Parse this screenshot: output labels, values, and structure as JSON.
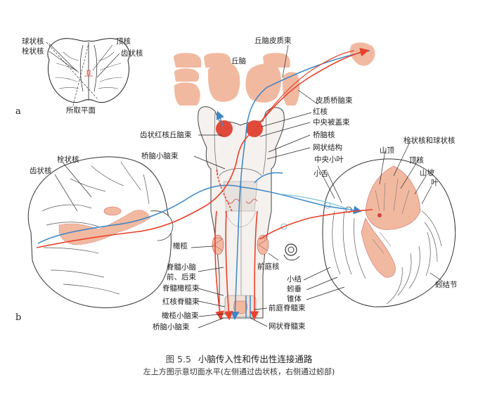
{
  "panels": {
    "a": "a",
    "b": "b"
  },
  "inset_labels": {
    "globose_emboliform": "球状核",
    "emboliform": "栓状核",
    "fastigial": "顶核",
    "dentate": "齿状核",
    "plane": "所取平面"
  },
  "top_labels": {
    "thalamocortical": "丘脑皮质束",
    "thalamus": "丘脑",
    "corticopontine": "皮质桥脑束",
    "red_nucleus": "红核",
    "central_tegmental": "中央被盖束",
    "pontine_nuclei": "桥脑核",
    "reticular_formation": "网状结构",
    "dentatorubrothalamic": "齿状红核丘脑束",
    "pontocerebellar": "桥脑小脑束"
  },
  "left_labels": {
    "emboliform": "栓状核",
    "dentate": "齿状核"
  },
  "right_labels": {
    "central_lobule": "中央小叶",
    "culmen": "山顶",
    "emboliform_globose": "栓状核和球状核",
    "fastigial": "顶核",
    "declive": "山坡",
    "folium": "叶",
    "lingula": "小舌",
    "tuber": "小结",
    "pyramis": "蚓垂",
    "uvula": "锥体",
    "vermis_tuber": "蚓结节"
  },
  "bottom_labels": {
    "olive": "橄榄",
    "spinocerebellar": "脊髓小脑",
    "anterior_posterior": "前、后束",
    "spino_olivary": "脊髓橄榄束",
    "rubrospinal": "红核脊髓束",
    "olivocerebellar": "橄榄小脑束",
    "pontocerebellar": "桥脑小脑束",
    "vestibular_nuclei": "前庭核",
    "vestibulospinal": "前庭脊髓束",
    "reticulospinal": "网状脊髓束"
  },
  "caption": {
    "figure_number": "图 5.5",
    "title": "小脑传入性和传出性连接通路",
    "subtitle": "左上方图示意切面水平(左侧通过齿状核，右侧通过蚓部)"
  },
  "colors": {
    "efferent": "#e8412b",
    "afferent": "#3b86c6",
    "nucleus_fill": "#f2b9a1",
    "red_nucleus": "#e04a3b",
    "line": "#222222"
  }
}
